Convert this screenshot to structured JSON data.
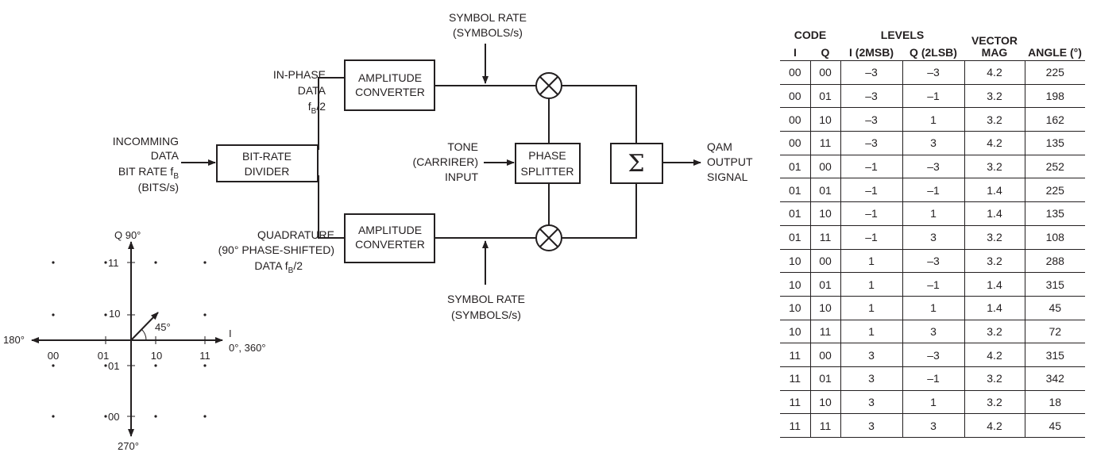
{
  "block_diagram": {
    "input": {
      "lines": [
        "INCOMMING",
        "DATA",
        "BIT RATE f",
        "(BITS/s)"
      ],
      "subscript": "B"
    },
    "bit_rate_divider": [
      "BIT-RATE",
      "DIVIDER"
    ],
    "in_phase_label": {
      "lines": [
        "IN-PHASE",
        "DATA",
        "f"
      ],
      "subscript": "B",
      "suffix": "/2"
    },
    "quadrature_label": {
      "lines": [
        "QUADRATURE",
        "(90° PHASE-SHIFTED)",
        "DATA  f"
      ],
      "subscript": "B",
      "suffix": "/2"
    },
    "amplitude_converter": [
      "AMPLITUDE",
      "CONVERTER"
    ],
    "symbol_rate": [
      "SYMBOL RATE",
      "(SYMBOLS/s)"
    ],
    "tone_input": [
      "TONE",
      "(CARRIRER)",
      "INPUT"
    ],
    "phase_splitter": [
      "PHASE",
      "SPLITTER"
    ],
    "summer_symbol": "Σ",
    "output": [
      "QAM",
      "OUTPUT",
      "SIGNAL"
    ]
  },
  "constellation": {
    "q_axis_top": "Q 90°",
    "q_axis_bottom": "270°",
    "i_axis_label": "I",
    "i_axis_left": "180°",
    "i_axis_right": "0°, 360°",
    "angle_label": "45°",
    "i_ticks": [
      "00",
      "01",
      "10",
      "11"
    ],
    "q_ticks": [
      "11",
      "10",
      "01",
      "00"
    ]
  },
  "table": {
    "headers": {
      "code": "CODE",
      "levels": "LEVELS",
      "vector_mag": [
        "VECTOR",
        "MAG"
      ],
      "angle": "ANGLE (°)",
      "i": "I",
      "q": "Q",
      "i_level": "I (2MSB)",
      "q_level": "Q (2LSB)"
    },
    "rows": [
      [
        "00",
        "00",
        "–3",
        "–3",
        "4.2",
        "225"
      ],
      [
        "00",
        "01",
        "–3",
        "–1",
        "3.2",
        "198"
      ],
      [
        "00",
        "10",
        "–3",
        "1",
        "3.2",
        "162"
      ],
      [
        "00",
        "11",
        "–3",
        "3",
        "4.2",
        "135"
      ],
      [
        "01",
        "00",
        "–1",
        "–3",
        "3.2",
        "252"
      ],
      [
        "01",
        "01",
        "–1",
        "–1",
        "1.4",
        "225"
      ],
      [
        "01",
        "10",
        "–1",
        "1",
        "1.4",
        "135"
      ],
      [
        "01",
        "11",
        "–1",
        "3",
        "3.2",
        "108"
      ],
      [
        "10",
        "00",
        "1",
        "–3",
        "3.2",
        "288"
      ],
      [
        "10",
        "01",
        "1",
        "–1",
        "1.4",
        "315"
      ],
      [
        "10",
        "10",
        "1",
        "1",
        "1.4",
        "45"
      ],
      [
        "10",
        "11",
        "1",
        "3",
        "3.2",
        "72"
      ],
      [
        "11",
        "00",
        "3",
        "–3",
        "4.2",
        "315"
      ],
      [
        "11",
        "01",
        "3",
        "–1",
        "3.2",
        "342"
      ],
      [
        "11",
        "10",
        "3",
        "1",
        "3.2",
        "18"
      ],
      [
        "11",
        "11",
        "3",
        "3",
        "4.2",
        "45"
      ]
    ]
  }
}
